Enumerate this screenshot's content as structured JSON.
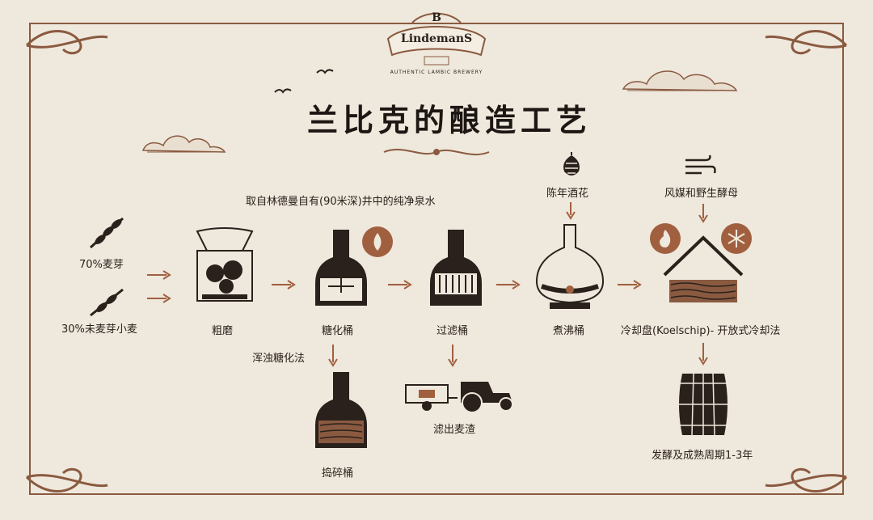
{
  "header": {
    "brand_name": "LindemanS",
    "tagline": "AUTHENTIC LAMBIC BREWERY"
  },
  "title": "兰比克的酿造工艺",
  "labels": {
    "water_note": "取自林德曼自有(90米深)井中的纯净泉水",
    "malt": "70%麦芽",
    "wheat": "30%未麦芽小麦",
    "milling": "粗磨",
    "mash_tun": "糖化桶",
    "lauter_tun": "过滤桶",
    "aged_hops": "陈年酒花",
    "boil_kettle": "煮沸桶",
    "wind_yeast": "风媒和野生酵母",
    "cooling": "冷却盘(Koelschip)- 开放式冷却法",
    "turbid_mash": "浑浊糖化法",
    "crusher": "捣碎桶",
    "spent_grain": "滤出麦渣",
    "fermentation": "发酵及成熟周期1-3年"
  },
  "colors": {
    "accent": "#a06040",
    "ink": "#2a211c",
    "background": "#efe8dc",
    "border": "#8a5a40"
  }
}
